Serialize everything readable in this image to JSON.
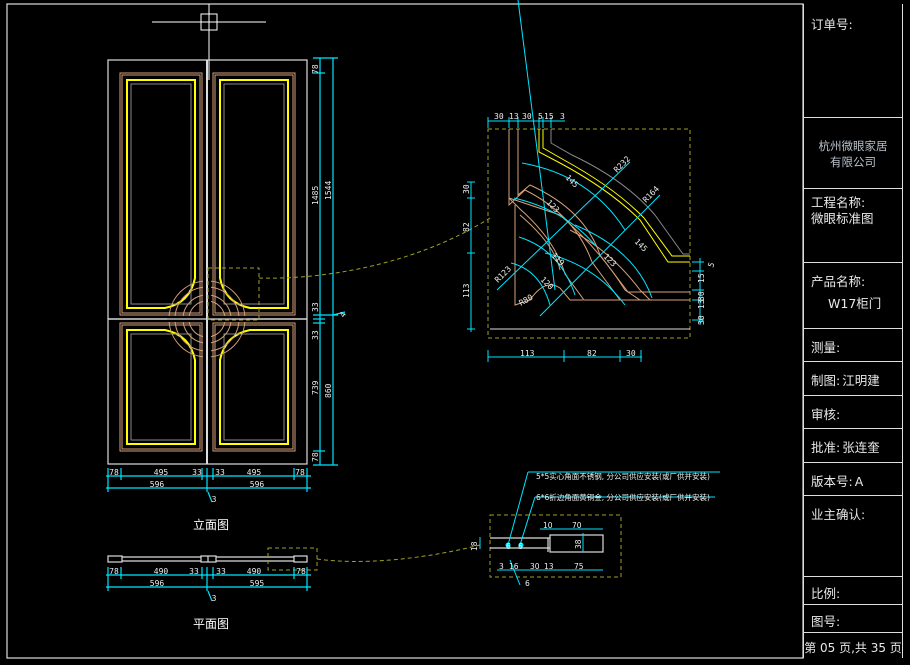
{
  "title_block": {
    "order_no_label": "订单号:",
    "company_line1": "杭州微眼家居",
    "company_line2": "有限公司",
    "project_label": "工程名称:",
    "project_value": "微眼标准图",
    "product_label": "产品名称:",
    "product_value": "W17柜门",
    "survey_label": "测量:",
    "drawn_label": "制图:",
    "drawn_value": "江明建",
    "review_label": "审核:",
    "approve_label": "批准:",
    "approve_value": "张连奎",
    "version_label": "版本号:",
    "version_value": "A",
    "owner_confirm_label": "业主确认:",
    "scale_label": "比例:",
    "drawing_no_label": "图号:",
    "page_info": "第 05 页,共 35 页"
  },
  "drawing": {
    "elevation_caption": "立面图",
    "plan_caption": "平面图",
    "colors": {
      "background": "#000000",
      "frame": "#dddddd",
      "dimension": "#00e5ff",
      "panel_outer": "#d4a07a",
      "panel_inner": "#ffff00",
      "panel_gray": "#888888",
      "detail_box": "#a0a020"
    },
    "elevation_dims": {
      "vertical_inner": [
        "78",
        "1485",
        "33",
        "33",
        "739",
        "78"
      ],
      "vertical_outer": [
        "1544",
        "860"
      ],
      "vertical_side_tag": "4",
      "horizontal_inner": [
        "78",
        "495",
        "33",
        "33",
        "495",
        "78"
      ],
      "horizontal_outer": [
        "596",
        "596"
      ],
      "center_tag": "3"
    },
    "plan_dims": {
      "horizontal_inner": [
        "78",
        "490",
        "33",
        "33",
        "490",
        "78"
      ],
      "horizontal_outer": [
        "596",
        "595"
      ],
      "center_tag": "3"
    },
    "corner_detail": {
      "top_dims": [
        "30",
        "13",
        "30",
        "5",
        "15",
        "3"
      ],
      "left_dims": [
        "30",
        "82",
        "113"
      ],
      "bottom_dims": [
        "113",
        "82",
        "30"
      ],
      "right_dims": [
        "5",
        "15",
        "30",
        "13",
        "30"
      ],
      "radii": [
        "R232",
        "R164",
        "145",
        "123",
        "119",
        "123",
        "120",
        "145",
        "R123",
        "R80"
      ]
    },
    "section_detail": {
      "note_1": "5*5实心角面不锈钢, 分公司供应安装(或厂供并安装)",
      "note_2": "6*6折边角面黄铜金, 分公司供应安装(或厂供并安装)",
      "top_dims": [
        "10",
        "70"
      ],
      "bottom_dims": [
        "3",
        "16",
        "30",
        "13",
        "75"
      ],
      "side_dims": [
        "18",
        "38"
      ],
      "tag": "6",
      "marks": [
        "6",
        "6"
      ]
    }
  }
}
